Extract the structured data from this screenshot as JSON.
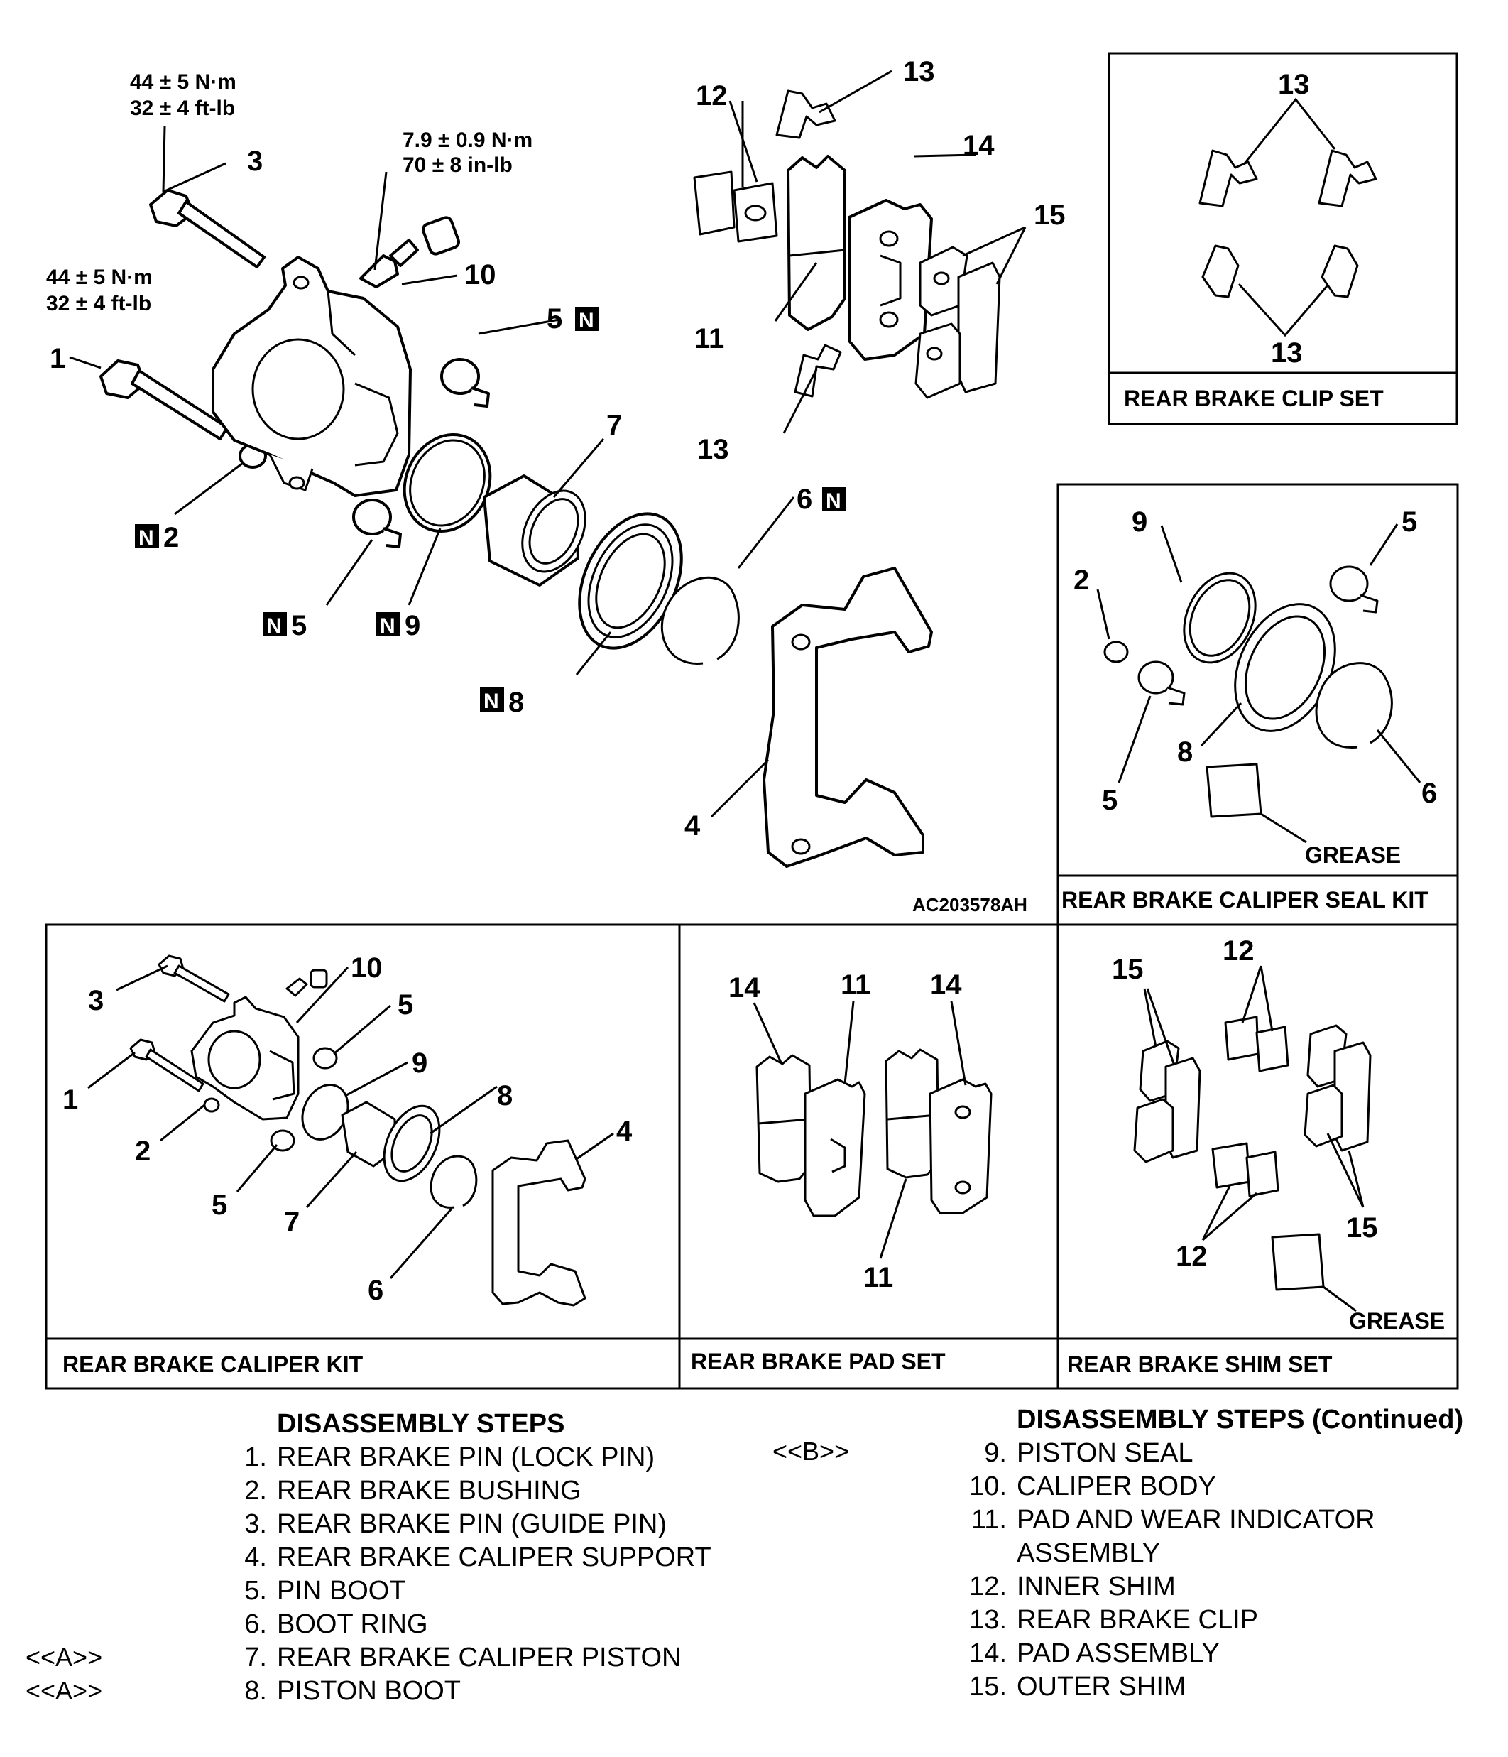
{
  "figure_code": "AC203578AH",
  "torque": {
    "pin3_nm": "44 ± 5 N·m",
    "pin3_ftlb": "32 ± 4 ft-lb",
    "pin1_nm": "44 ± 5 N·m",
    "pin1_ftlb": "32 ± 4 ft-lb",
    "bleeder_nm": "7.9 ± 0.9 N·m",
    "bleeder_inlb": "70 ± 8 in-lb"
  },
  "callouts": {
    "main": [
      "1",
      "2",
      "3",
      "4",
      "5",
      "5",
      "6",
      "7",
      "8",
      "9",
      "10",
      "11",
      "12",
      "13",
      "13",
      "14",
      "15"
    ],
    "new_mark": "N"
  },
  "kits": {
    "clip_set": "REAR BRAKE CLIP SET",
    "seal_kit": "REAR BRAKE CALIPER SEAL KIT",
    "caliper_kit": "REAR BRAKE CALIPER KIT",
    "pad_set": "REAR BRAKE PAD SET",
    "shim_set": "REAR BRAKE SHIM SET",
    "grease": "GREASE"
  },
  "steps_left": {
    "title": "DISASSEMBLY STEPS",
    "items": [
      {
        "n": "1.",
        "t": "REAR BRAKE PIN (LOCK PIN)",
        "tag": ""
      },
      {
        "n": "2.",
        "t": "REAR BRAKE BUSHING",
        "tag": ""
      },
      {
        "n": "3.",
        "t": "REAR BRAKE PIN (GUIDE PIN)",
        "tag": ""
      },
      {
        "n": "4.",
        "t": "REAR BRAKE CALIPER SUPPORT",
        "tag": ""
      },
      {
        "n": "5.",
        "t": "PIN BOOT",
        "tag": ""
      },
      {
        "n": "6.",
        "t": "BOOT RING",
        "tag": ""
      },
      {
        "n": "7.",
        "t": "REAR BRAKE CALIPER PISTON",
        "tag": "<<A>>"
      },
      {
        "n": "8.",
        "t": "PISTON BOOT",
        "tag": "<<A>>"
      }
    ]
  },
  "steps_right": {
    "title": "DISASSEMBLY STEPS (Continued)",
    "items": [
      {
        "n": "9.",
        "t": "PISTON SEAL",
        "tag": "<<B>>"
      },
      {
        "n": "10.",
        "t": "CALIPER BODY",
        "tag": ""
      },
      {
        "n": "11.",
        "t": "PAD AND WEAR INDICATOR",
        "tag": ""
      },
      {
        "n": "",
        "t": "ASSEMBLY",
        "tag": ""
      },
      {
        "n": "12.",
        "t": "INNER SHIM",
        "tag": ""
      },
      {
        "n": "13.",
        "t": "REAR BRAKE CLIP",
        "tag": ""
      },
      {
        "n": "14.",
        "t": "PAD ASSEMBLY",
        "tag": ""
      },
      {
        "n": "15.",
        "t": "OUTER SHIM",
        "tag": ""
      }
    ]
  }
}
